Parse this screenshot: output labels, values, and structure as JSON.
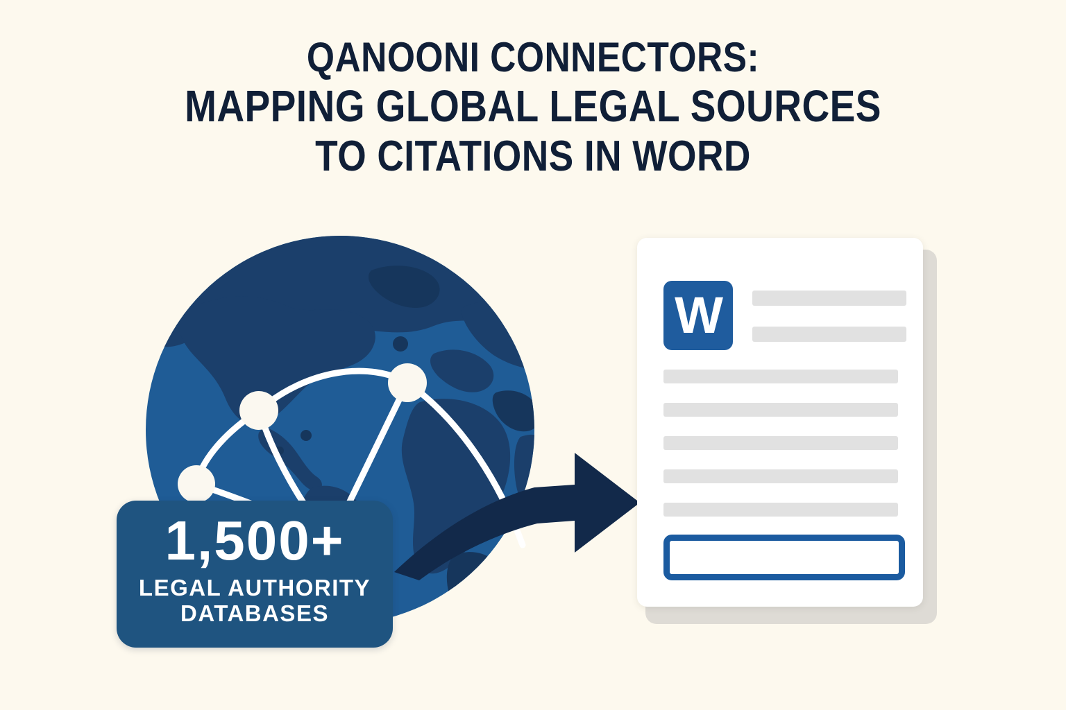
{
  "background_color": "#fdf9ee",
  "title": {
    "line1": "QANOONI CONNECTORS:",
    "line2": "MAPPING GLOBAL LEGAL SOURCES",
    "line3": "TO CITATIONS IN WORD",
    "color": "#101f37"
  },
  "globe": {
    "icon_name": "globe-network-icon",
    "ocean_color": "#1f5c96",
    "land_color": "#1b3f6b",
    "land_shadow_color": "#16365c",
    "node_color": "#fbf8f0",
    "link_color": "#ffffff",
    "node_count": 4
  },
  "arrow": {
    "icon_name": "curved-arrow-right-icon",
    "color": "#12294a",
    "direction": "right"
  },
  "document": {
    "icon_name": "word-document-icon",
    "page_color": "#ffffff",
    "backpage_color": "#dedbd5",
    "line_color": "#e1e1e1",
    "word_icon": {
      "letter": "W",
      "background_color": "#1f5c9e",
      "letter_color": "#ffffff"
    },
    "header_lines": 2,
    "body_lines": 5,
    "citation_box": {
      "name": "citation-highlight-box",
      "border_color": "#1b5ba0",
      "fill_color": "#ffffff"
    }
  },
  "badge": {
    "value": "1,500+",
    "label_line1": "LEGAL AUTHORITY",
    "label_line2": "DATABASES",
    "background_color": "#1f5480",
    "text_color": "#ffffff"
  }
}
